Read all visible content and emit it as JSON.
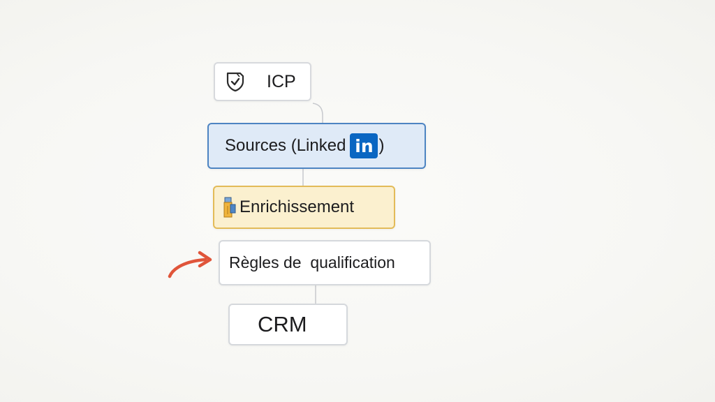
{
  "nodes": {
    "icp": {
      "label": "ICP",
      "icon": "shield-check-icon"
    },
    "sources": {
      "label": "Sources (Linked",
      "badge": "in",
      "suffix": ")",
      "badge_color": "#0a66c2"
    },
    "enrichment": {
      "label": "Enrichissement",
      "icon": "enrichment-icon"
    },
    "rules": {
      "label": "Règles de  qualification"
    },
    "crm": {
      "label": "CRM"
    }
  },
  "colors": {
    "sources_border": "#4d84c2",
    "sources_fill": "#dfeaf7",
    "enrichment_border": "#e3bb58",
    "enrichment_fill": "#fbf0cf",
    "arrow": "#e0553a"
  },
  "annotations": {
    "arrow_icon": "curved-arrow-icon"
  }
}
